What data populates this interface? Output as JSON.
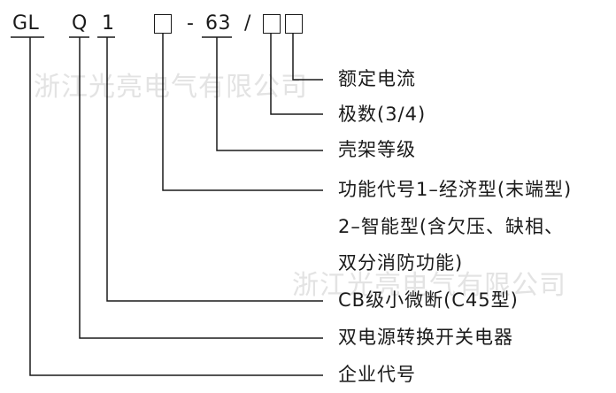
{
  "code": {
    "company": "GL",
    "dual_power": "Q",
    "cb": "1",
    "dash": "-",
    "frame": "63",
    "slash": "/"
  },
  "labels": {
    "rated_current": "额定电流",
    "poles": "极数(3/4)",
    "frame_class": "壳架等级",
    "function_line1": "功能代号1–经济型(末端型)",
    "function_line2": "2–智能型(含欠压、缺相、",
    "function_line3": "双分消防功能)",
    "cb_type": "CB级小微断(C45型)",
    "ats": "双电源转换开关电器",
    "company_code": "企业代号"
  },
  "watermark": {
    "text1": "浙江光亮电气有限公司",
    "text2": "浙江光亮电气有限公司"
  },
  "colors": {
    "ink": "#1a1a1a",
    "watermark": "#e3e3e3"
  }
}
